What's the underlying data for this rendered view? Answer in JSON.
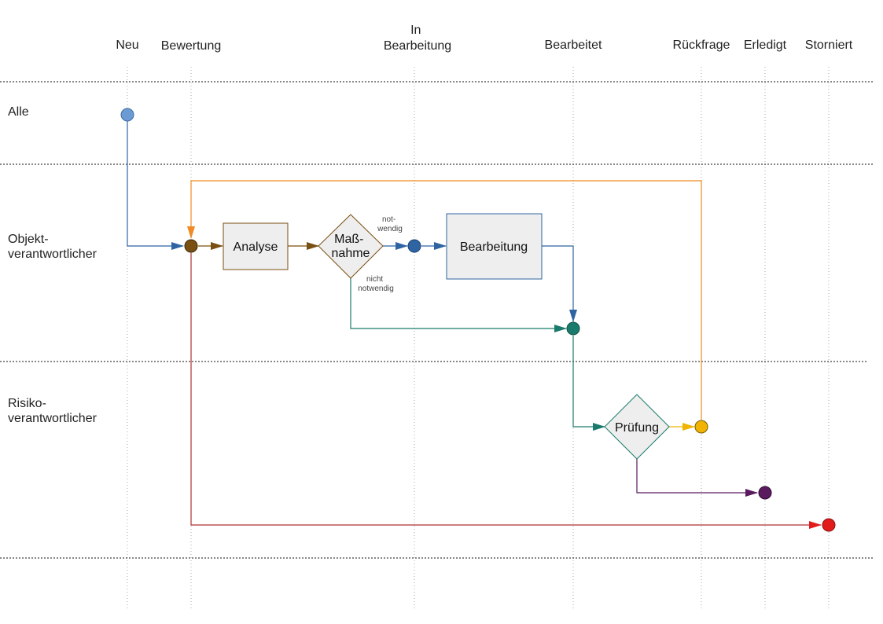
{
  "columns": [
    {
      "id": "neu",
      "lines": [
        "Neu"
      ]
    },
    {
      "id": "bewertung",
      "lines": [
        "Bewertung"
      ]
    },
    {
      "id": "in-bearbeitung",
      "lines": [
        "In",
        "Bearbeitung"
      ]
    },
    {
      "id": "bearbeitet",
      "lines": [
        "Bearbeitet"
      ]
    },
    {
      "id": "rueckfrage",
      "lines": [
        "Rückfrage"
      ]
    },
    {
      "id": "erledigt",
      "lines": [
        "Erledigt"
      ]
    },
    {
      "id": "storniert",
      "lines": [
        "Storniert"
      ]
    }
  ],
  "lanes": [
    {
      "id": "alle",
      "lines": [
        "Alle"
      ]
    },
    {
      "id": "objekt",
      "lines": [
        "Objekt-",
        "verantwortlicher"
      ]
    },
    {
      "id": "risiko",
      "lines": [
        "Risiko-",
        "verantwortlicher"
      ]
    }
  ],
  "nodes": {
    "analyse": {
      "label": "Analyse"
    },
    "massnahme": {
      "lines": [
        "Maß-",
        "nahme"
      ]
    },
    "bearbeitung": {
      "label": "Bearbeitung"
    },
    "pruefung": {
      "label": "Prüfung"
    }
  },
  "edge_labels": {
    "notwendig": [
      "not-",
      "wendig"
    ],
    "nicht_notwendig": [
      "nicht",
      "notwendig"
    ]
  },
  "colors": {
    "start": "#6b9bd2",
    "blue": "#2f64a3",
    "brown": "#7a4f12",
    "green": "#1a7a6b",
    "yellow": "#f0b400",
    "orange": "#f08a24",
    "purple": "#5a1a5e",
    "red": "#e21b1b",
    "darkred": "#b03030",
    "box_fill": "#eeeeee"
  }
}
